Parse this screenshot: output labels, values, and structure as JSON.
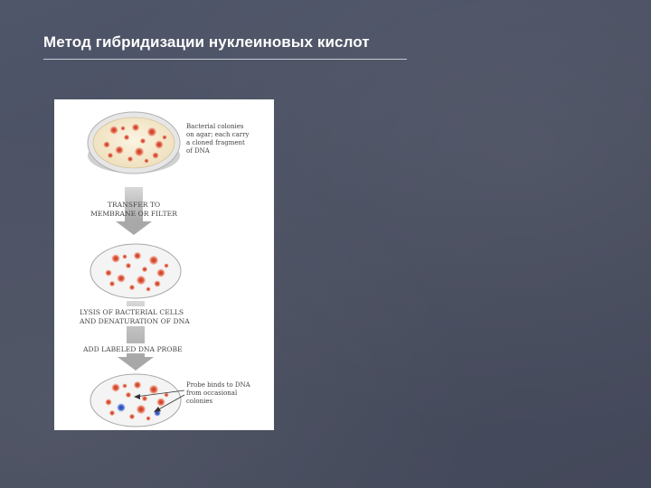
{
  "slide": {
    "title": "Метод гибридизации нуклеиновых кислот"
  },
  "figure": {
    "caption_top": [
      "Bacterial colonies",
      "on agar; each carry",
      "a cloned fragment",
      "of DNA"
    ],
    "step_transfer": [
      "TRANSFER TO",
      "MEMBRANE OR FILTER"
    ],
    "step_lysis": [
      "LYSIS OF BACTERIAL CELLS",
      "AND DENATURATION OF DNA"
    ],
    "step_probe": "ADD LABELED DNA PROBE",
    "caption_bottom": [
      "Probe binds to DNA",
      "from occasional",
      "colonies"
    ]
  },
  "colors": {
    "background": "#4a4f60",
    "agar": "#f6ecd4",
    "dish_rim": "#bfbfbf",
    "colony": "#e0644a",
    "probe_colony": "#4a6fcf",
    "arrow": "#b5b5b5"
  }
}
